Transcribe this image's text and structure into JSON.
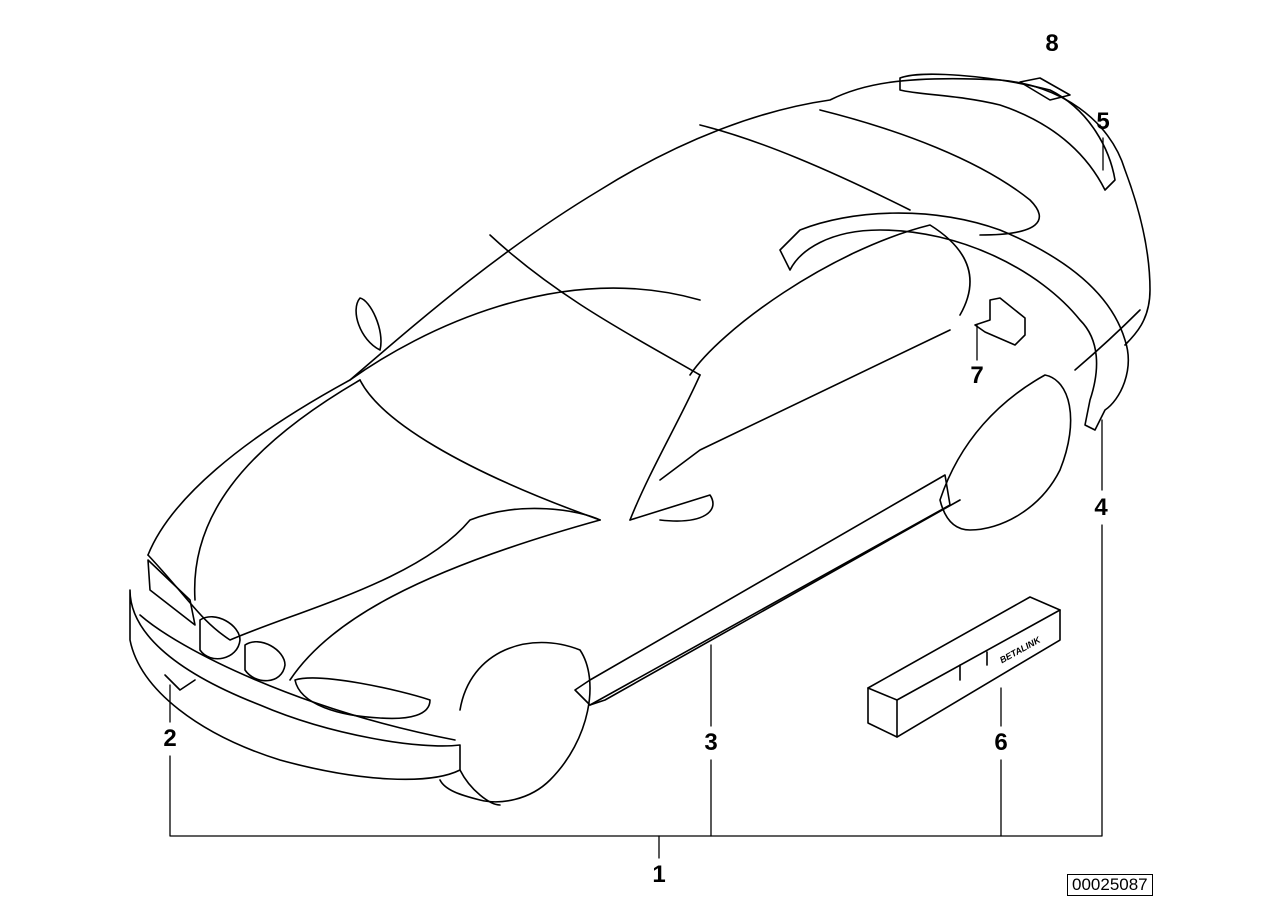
{
  "diagram": {
    "callouts": [
      {
        "id": "1",
        "label": "1"
      },
      {
        "id": "2",
        "label": "2"
      },
      {
        "id": "3",
        "label": "3"
      },
      {
        "id": "4",
        "label": "4"
      },
      {
        "id": "5",
        "label": "5"
      },
      {
        "id": "6",
        "label": "6"
      },
      {
        "id": "7",
        "label": "7"
      },
      {
        "id": "8",
        "label": "8"
      }
    ],
    "box_text": "BETALINK",
    "reference_number": "00025087",
    "line_color": "#000000",
    "background": "#ffffff"
  }
}
